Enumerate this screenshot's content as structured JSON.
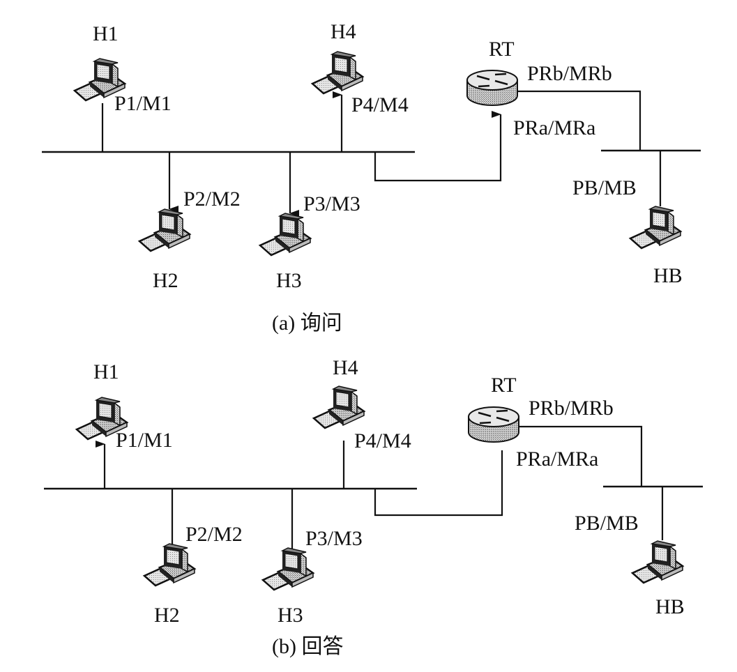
{
  "diagrams": [
    {
      "id": "query",
      "caption": "(a) 询问",
      "hosts": [
        {
          "name": "H1",
          "port": "P1/M1",
          "arrow": "none"
        },
        {
          "name": "H2",
          "port": "P2/M2",
          "arrow": "to-host"
        },
        {
          "name": "H3",
          "port": "P3/M3",
          "arrow": "to-host"
        },
        {
          "name": "H4",
          "port": "P4/M4",
          "arrow": "to-host"
        },
        {
          "name": "HB",
          "port": "PB/MB",
          "arrow": "none"
        }
      ],
      "router": {
        "name": "RT",
        "port_a": "PRa/MRa",
        "port_b": "PRb/MRb",
        "arrow_a": "to-router"
      }
    },
    {
      "id": "reply",
      "caption": "(b) 回答",
      "hosts": [
        {
          "name": "H1",
          "port": "P1/M1",
          "arrow": "to-host"
        },
        {
          "name": "H2",
          "port": "P2/M2",
          "arrow": "none"
        },
        {
          "name": "H3",
          "port": "P3/M3",
          "arrow": "none"
        },
        {
          "name": "H4",
          "port": "P4/M4",
          "arrow": "none"
        },
        {
          "name": "HB",
          "port": "PB/MB",
          "arrow": "none"
        }
      ],
      "router": {
        "name": "RT",
        "port_a": "PRa/MRa",
        "port_b": "PRb/MRb",
        "arrow_a": "none"
      }
    }
  ]
}
